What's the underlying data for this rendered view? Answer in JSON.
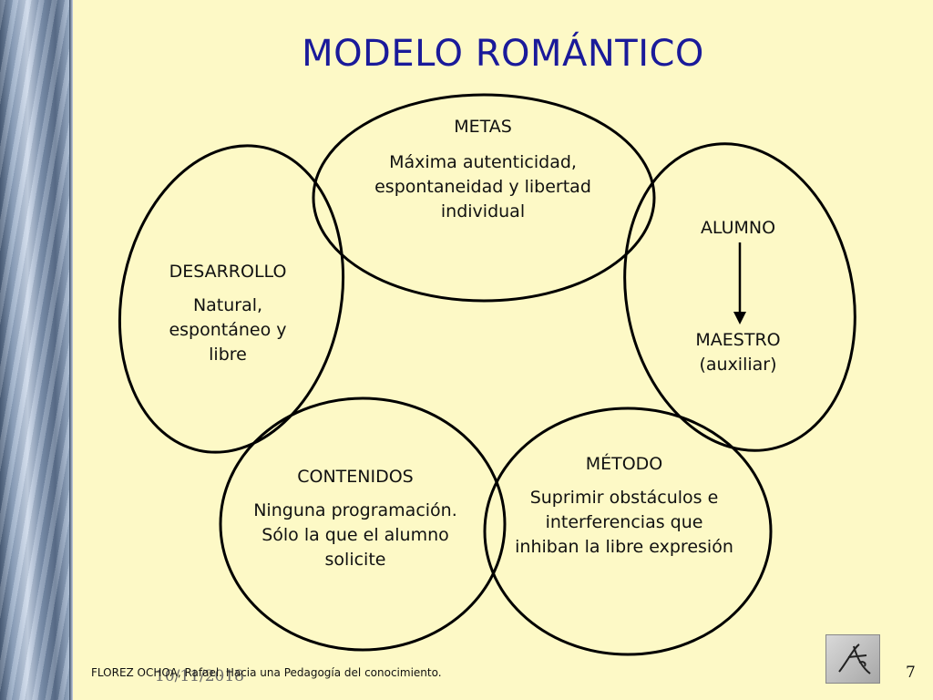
{
  "slide": {
    "title": "MODELO ROMÁNTICO",
    "page_number": "7",
    "footer_date": "10/11/2018",
    "footer_citation": "FLOREZ OCHOA, Rafael. Hacia una Pedagogía del conocimiento."
  },
  "diagram": {
    "metas": {
      "heading": "METAS",
      "body": [
        "Máxima autenticidad,",
        "espontaneidad y libertad",
        "individual"
      ]
    },
    "alumno": {
      "top": "ALUMNO",
      "bottom": [
        "MAESTRO",
        "(auxiliar)"
      ]
    },
    "desarrollo": {
      "heading": "DESARROLLO",
      "body": [
        "Natural,",
        "espontáneo y",
        "libre"
      ]
    },
    "contenidos": {
      "heading": "CONTENIDOS",
      "body": [
        "Ninguna programación.",
        "Sólo la que el alumno",
        "solicite"
      ]
    },
    "metodo": {
      "heading": "MÉTODO",
      "body": [
        "Suprimir obstáculos e",
        "interferencias que",
        "inhiban la libre expresión"
      ]
    }
  },
  "colors": {
    "background": "#fdf9c6",
    "title": "#1a1a9a",
    "outline": "#000000"
  }
}
